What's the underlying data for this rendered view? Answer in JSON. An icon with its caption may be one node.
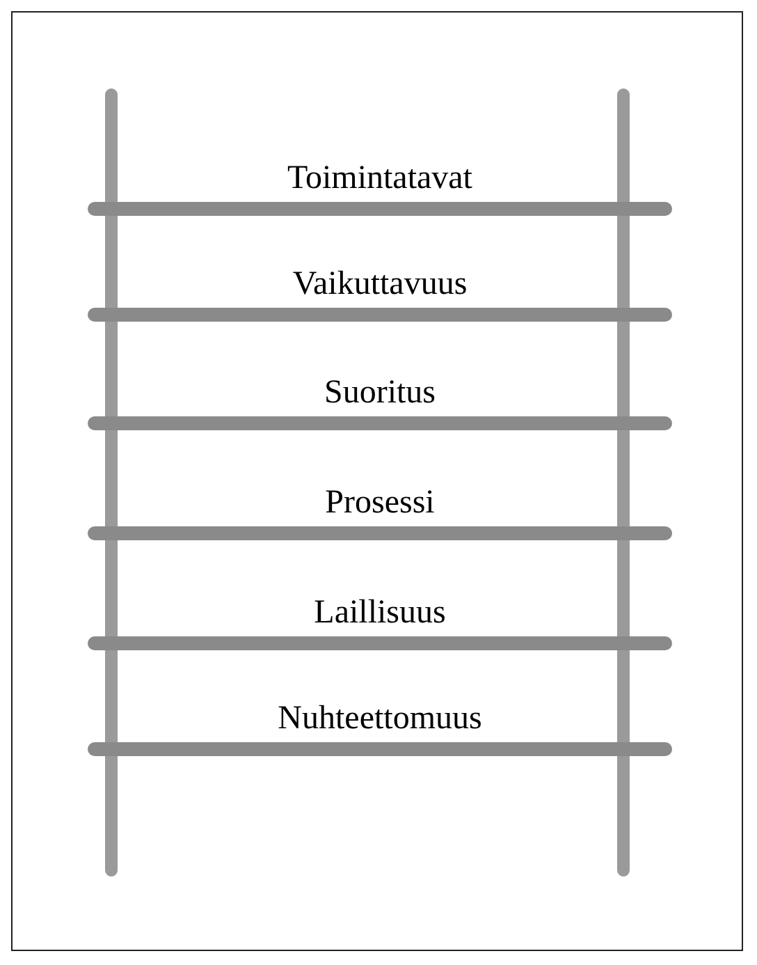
{
  "diagram": {
    "labels": [
      "Toimintatavat",
      "Vaikuttavuus",
      "Suoritus",
      "Prosessi",
      "Laillisuus",
      "Nuhteettomuus"
    ]
  }
}
